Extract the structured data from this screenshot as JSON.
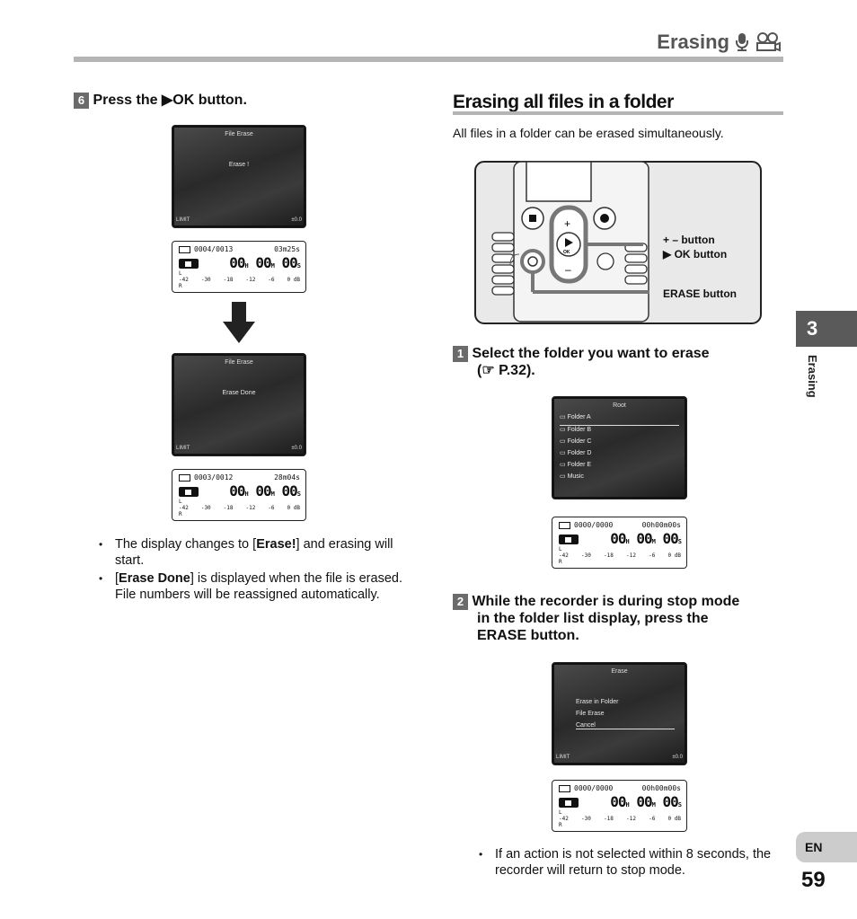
{
  "header": {
    "title": "Erasing"
  },
  "left": {
    "step6": {
      "num": "6",
      "pre": "Press the ",
      "arrow": "▶",
      "post": "OK button."
    },
    "screen1": {
      "title": "File Erase",
      "message": "Erase !",
      "status_left": "LIMIT",
      "status_right": "±0.0"
    },
    "lcd1": {
      "counter": "0004/0013",
      "length": "03m25s",
      "h": "00",
      "m": "00",
      "s": "00",
      "scale": [
        "-42",
        "-30",
        "-18",
        "-12",
        "-6",
        "0 dB"
      ],
      "L": "L",
      "R": "R"
    },
    "screen2": {
      "title": "File Erase",
      "message": "Erase Done",
      "status_left": "LIMIT",
      "status_right": "±0.0"
    },
    "lcd2": {
      "counter": "0003/0012",
      "length": "28m04s",
      "h": "00",
      "m": "00",
      "s": "00",
      "scale": [
        "-42",
        "-30",
        "-18",
        "-12",
        "-6",
        "0 dB"
      ],
      "L": "L",
      "R": "R"
    },
    "bullets": [
      {
        "pre": "The display changes to [",
        "bold": "Erase!",
        "post": "] and erasing will start."
      },
      {
        "pre": "[",
        "bold": "Erase Done",
        "post": "] is displayed when the file is erased. File numbers will be reassigned automatically."
      }
    ]
  },
  "right": {
    "section_title": "Erasing all files in a folder",
    "intro": "All files in a folder can be erased simultaneously.",
    "device": {
      "callout1a": "+ – button",
      "callout1b": "▶ OK button",
      "callout2a": "ERASE",
      "callout2b": " button",
      "plus": "+",
      "minus": "–",
      "ok": "OK"
    },
    "step1": {
      "num": "1",
      "text": "Select the folder you want to erase",
      "ref": "(☞ P.32)."
    },
    "screen3": {
      "title": "Root",
      "folders": [
        "Folder A",
        "Folder B",
        "Folder C",
        "Folder D",
        "Folder E",
        "Music"
      ]
    },
    "lcd3": {
      "counter": "0000/0000",
      "length": "00h00m00s",
      "h": "00",
      "m": "00",
      "s": "00",
      "scale": [
        "-42",
        "-30",
        "-18",
        "-12",
        "-6",
        "0 dB"
      ],
      "L": "L",
      "R": "R"
    },
    "step2": {
      "num": "2",
      "line1": "While the recorder is during stop mode",
      "line2": "in the folder list display, press the",
      "line3_bold": "ERASE",
      "line3": " button."
    },
    "screen4": {
      "title": "Erase",
      "items": [
        "Erase in Folder",
        "File Erase",
        "Cancel"
      ],
      "status_left": "LIMIT",
      "status_right": "±0.0"
    },
    "lcd4": {
      "counter": "0000/0000",
      "length": "00h00m00s",
      "h": "00",
      "m": "00",
      "s": "00",
      "scale": [
        "-42",
        "-30",
        "-18",
        "-12",
        "-6",
        "0 dB"
      ],
      "L": "L",
      "R": "R"
    },
    "bullets": [
      {
        "text": "If an action is not selected within 8 seconds, the recorder will return to stop mode."
      }
    ]
  },
  "side": {
    "chapter": "3",
    "label": "Erasing",
    "lang": "EN",
    "page": "59"
  }
}
